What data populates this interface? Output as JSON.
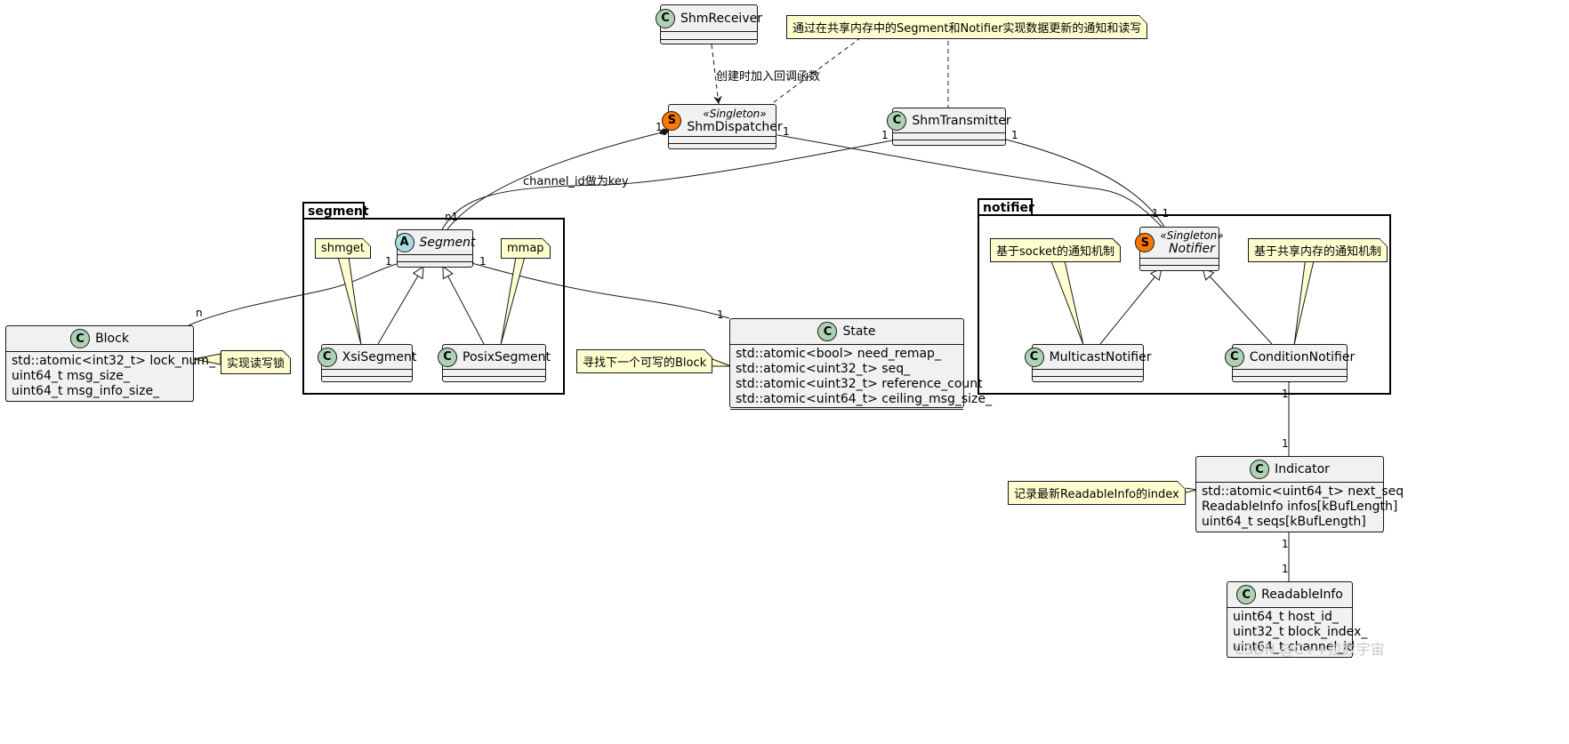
{
  "classes": {
    "shm_receiver": {
      "name": "ShmReceiver",
      "icon": "class-icon",
      "glyph": "C"
    },
    "shm_dispatcher": {
      "name": "ShmDispatcher",
      "stereotype": "«Singleton»",
      "icon": "singleton-icon",
      "glyph": "S"
    },
    "shm_transmitter": {
      "name": "ShmTransmitter",
      "icon": "class-icon",
      "glyph": "C"
    },
    "segment": {
      "name": "Segment",
      "icon": "abstract-class-icon",
      "glyph": "A"
    },
    "xsi_segment": {
      "name": "XsiSegment",
      "glyph": "C"
    },
    "posix_segment": {
      "name": "PosixSegment",
      "glyph": "C"
    },
    "notifier": {
      "name": "Notifier",
      "stereotype": "«Singleton»",
      "glyph": "S"
    },
    "multicast_notifier": {
      "name": "MulticastNotifier",
      "glyph": "C"
    },
    "condition_notifier": {
      "name": "ConditionNotifier",
      "glyph": "C"
    },
    "block": {
      "name": "Block",
      "glyph": "C",
      "attrs": [
        "std::atomic<int32_t> lock_num_",
        "uint64_t msg_size_",
        "uint64_t msg_info_size_"
      ]
    },
    "state": {
      "name": "State",
      "glyph": "C",
      "attrs": [
        "std::atomic<bool> need_remap_",
        "std::atomic<uint32_t> seq_",
        "std::atomic<uint32_t> reference_count",
        "std::atomic<uint64_t> ceiling_msg_size_"
      ]
    },
    "indicator": {
      "name": "Indicator",
      "glyph": "C",
      "attrs": [
        "std::atomic<uint64_t> next_seq",
        "ReadableInfo infos[kBufLength]",
        "uint64_t seqs[kBufLength]"
      ]
    },
    "readable_info": {
      "name": "ReadableInfo",
      "glyph": "C",
      "attrs": [
        "uint64_t host_id_",
        "uint32_t block_index_",
        "uint64_t channel_id"
      ]
    }
  },
  "packages": {
    "segment": "segment",
    "notifier": "notifier"
  },
  "notes": {
    "top": "通过在共享内存中的Segment和Notifier实现数据更新的通知和读写",
    "shmget": "shmget",
    "mmap": "mmap",
    "block": "实现读写锁",
    "state": "寻找下一个可写的Block",
    "socket": "基于socket的通知机制",
    "shm": "基于共享内存的通知机制",
    "indicator": "记录最新ReadableInfo的index"
  },
  "labels": {
    "callback": "创建时加入回调函数",
    "channel_key": "channel_id做为key"
  },
  "multiplicities": {
    "one": "1",
    "n": "n",
    "n1": "n1",
    "one_one": "1 1"
  },
  "watermark": "CSDN @C++拉数宇宙"
}
